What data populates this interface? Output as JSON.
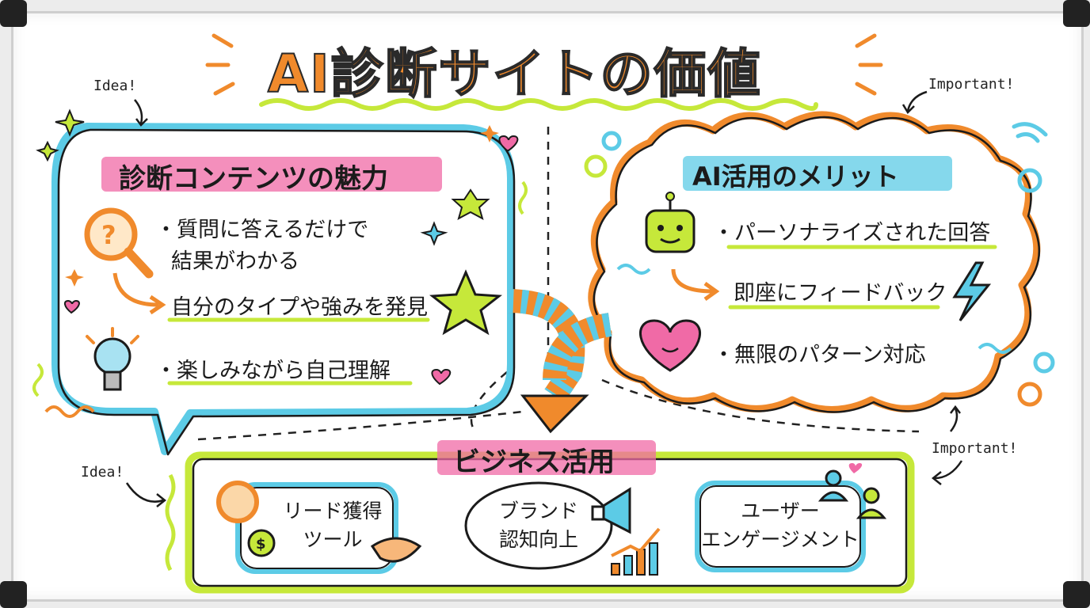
{
  "title": "AI診断サイトの価値",
  "notes": {
    "idea_top": "Idea!",
    "idea_bottom": "Idea!",
    "important_top": "Important!",
    "important_bottom": "Important!"
  },
  "left_panel": {
    "heading": "診断コンテンツの魅力",
    "items": [
      "・質問に答えるだけで",
      "結果がわかる",
      "自分のタイプや強みを発見",
      "・楽しみながら自己理解"
    ]
  },
  "right_panel": {
    "heading": "AI活用のメリット",
    "items": [
      "・パーソナライズされた回答",
      "即座にフィードバック",
      "・無限のパターン対応"
    ]
  },
  "bottom_panel": {
    "heading": "ビジネス活用",
    "cards": [
      {
        "lines": [
          "リード獲得",
          "ツール"
        ]
      },
      {
        "lines": [
          "ブランド",
          "認知向上"
        ]
      },
      {
        "lines": [
          "ユーザー",
          "エンゲージメント"
        ]
      }
    ]
  },
  "colors": {
    "orange": "#f08a2c",
    "pink": "#f06aa6",
    "blue": "#5ccbe6",
    "lime": "#c6e83a",
    "ink": "#1b1b1b"
  }
}
